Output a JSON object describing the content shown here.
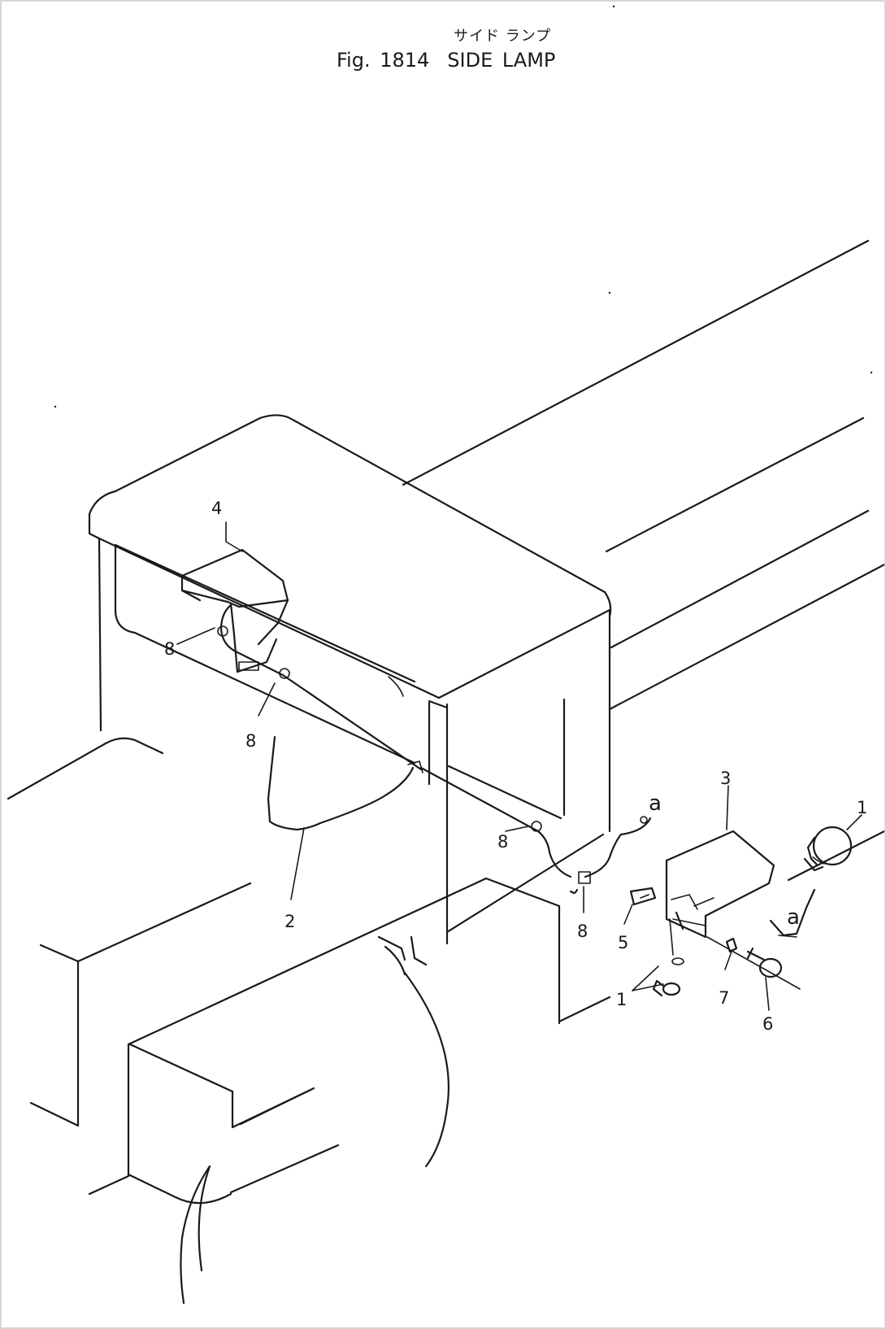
{
  "header": {
    "title_jp": "サイド ランプ",
    "fig_number": "Fig. 1814",
    "title": "SIDE LAMP"
  },
  "callouts": {
    "c1_top": "1",
    "c1_bottom": "1",
    "c2": "2",
    "c3": "3",
    "c4": "4",
    "c5": "5",
    "c6": "6",
    "c7": "7",
    "c8_left_top": "8",
    "c8_left_mid": "8",
    "c8_center": "8",
    "c8_right": "8",
    "a_top": "a",
    "a_right": "a"
  }
}
